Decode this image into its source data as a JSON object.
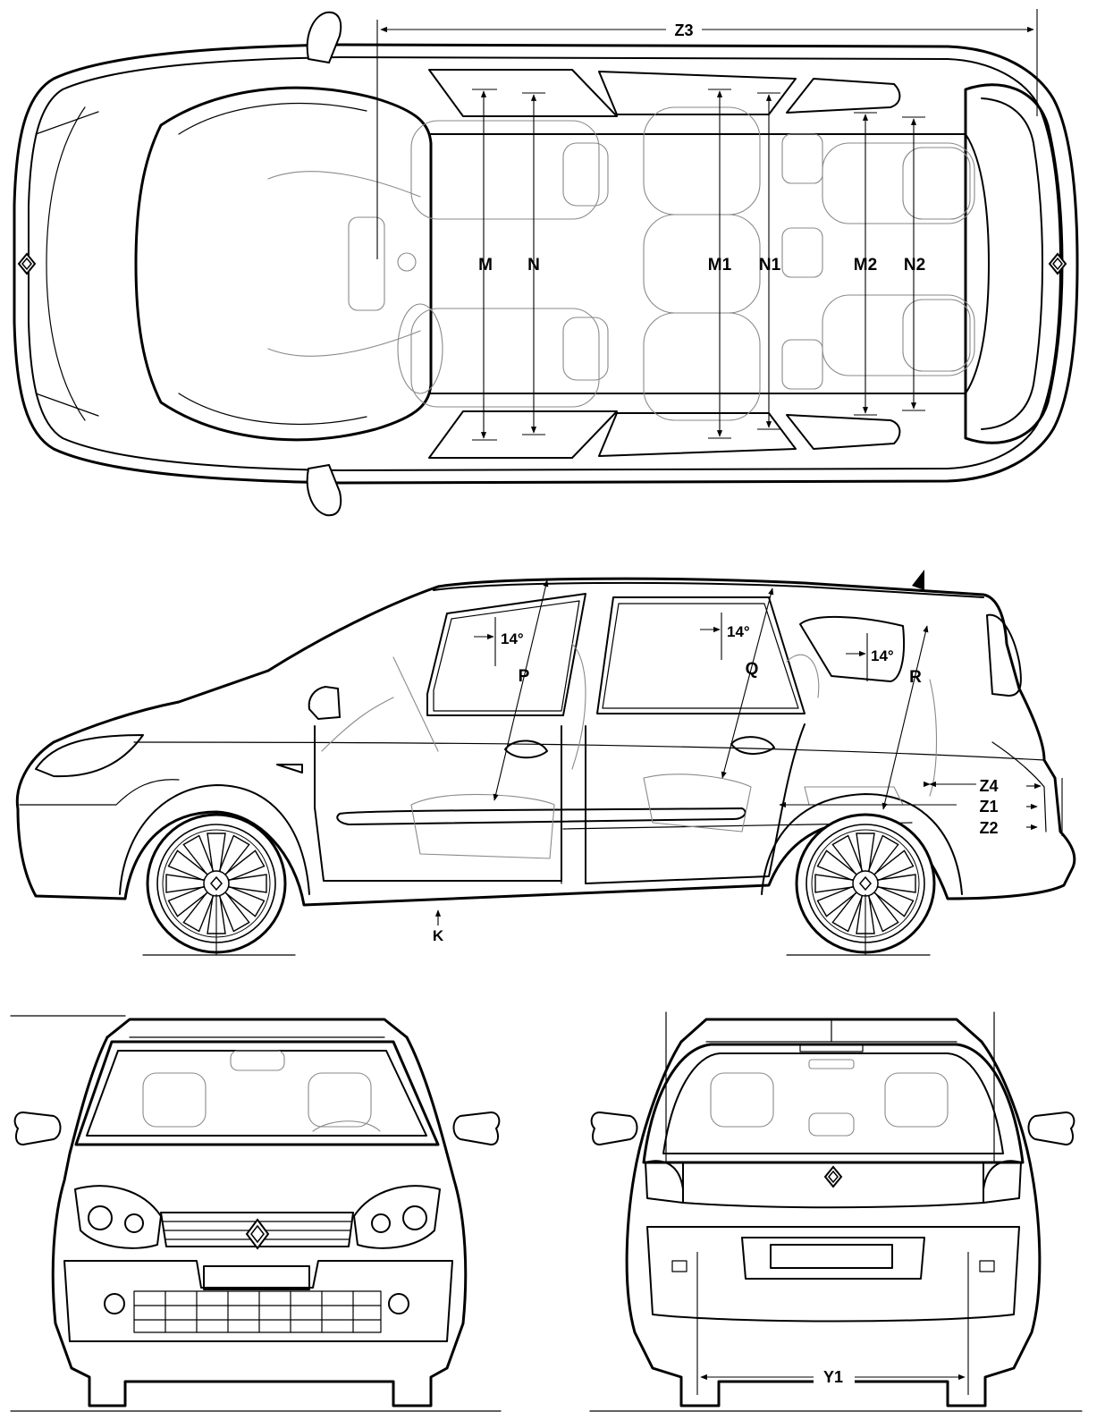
{
  "labels": {
    "top": {
      "z3": "Z3",
      "m": "M",
      "n": "N",
      "m1": "M1",
      "n1": "N1",
      "m2": "M2",
      "n2": "N2"
    },
    "side": {
      "angle1": "14°",
      "angle2": "14°",
      "angle3": "14°",
      "p": "P",
      "q": "Q",
      "r": "R",
      "z4": "Z4",
      "z1": "Z1",
      "z2": "Z2",
      "k": "K"
    },
    "rear": {
      "y1": "Y1"
    }
  },
  "icons": {
    "brand_logo": "renault-diamond-logo"
  }
}
